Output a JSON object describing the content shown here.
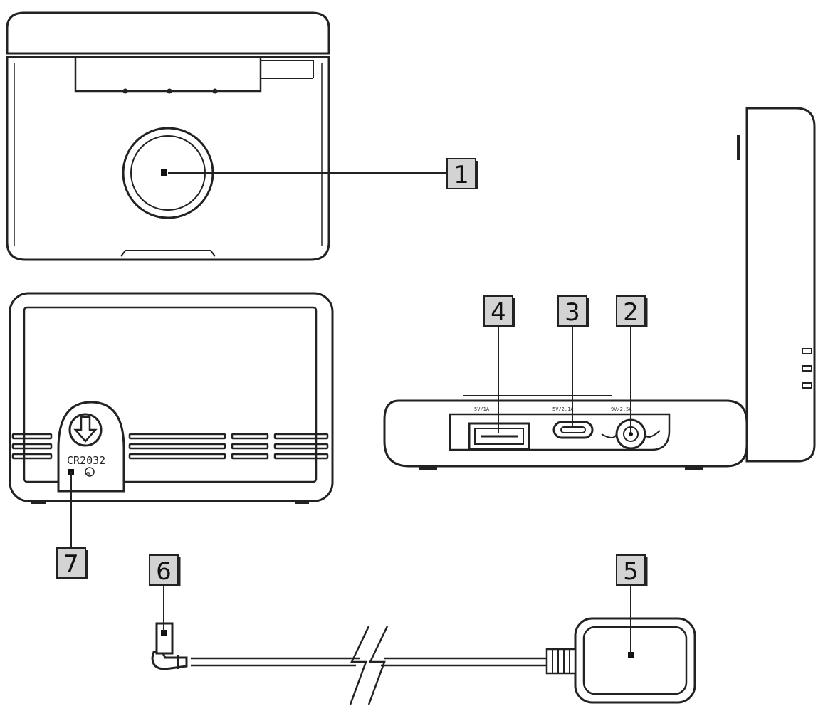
{
  "callouts": [
    {
      "id": "1",
      "label": "1"
    },
    {
      "id": "2",
      "label": "2"
    },
    {
      "id": "3",
      "label": "3"
    },
    {
      "id": "4",
      "label": "4"
    },
    {
      "id": "5",
      "label": "5"
    },
    {
      "id": "6",
      "label": "6"
    },
    {
      "id": "7",
      "label": "7"
    }
  ],
  "battery_compartment": {
    "model": "CR2032",
    "polarity": "⊕"
  },
  "port_labels": {
    "usb": "5V/1A",
    "typec": "5V/2.1A",
    "dc": "9V/2.5A"
  }
}
